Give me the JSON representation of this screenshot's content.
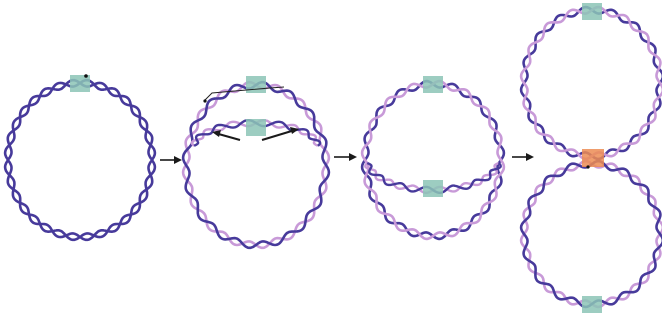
{
  "diagram": {
    "colors": {
      "background": "#ffffff",
      "strand_dark": "#473a9b",
      "strand_light": "#c89ad8",
      "origin_box": "#8cc4b6",
      "highlight_box": "#ec8c54",
      "arrow": "#1a1a1a"
    },
    "stages": [
      {
        "name": "parental-plasmid",
        "origin_marker": "origin-box"
      },
      {
        "name": "replication-bubble",
        "origin_marker": "origin-box",
        "fork_arrows": 2
      },
      {
        "name": "late-replication-theta",
        "origin_marker": "origin-box"
      },
      {
        "name": "daughter-plasmids",
        "origin_marker": "origin-box",
        "junction_marker": "highlight-box"
      }
    ],
    "step_arrows": 3
  }
}
